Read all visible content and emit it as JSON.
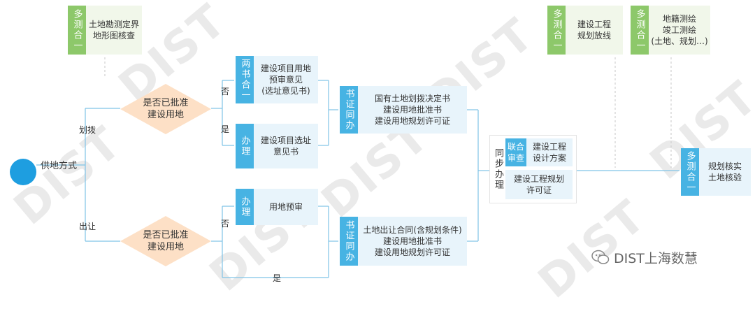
{
  "watermark": "DIST",
  "start": {
    "label": "供地方式"
  },
  "branch_labels": {
    "allocated": "划拨",
    "transfer": "出让"
  },
  "decisions": {
    "top": "是否已批准\n建设用地",
    "bottom": "是否已批准\n建设用地"
  },
  "edge_labels": {
    "top_no": "否",
    "top_yes": "是",
    "bottom_no": "否",
    "bottom_yes": "是"
  },
  "survey_1": {
    "tag": "多测合一",
    "text": "土地勘测定界\n地形图核查"
  },
  "survey_2": {
    "tag": "多测合一",
    "text": "建设工程\n规划放线"
  },
  "survey_3": {
    "tag": "多测合一",
    "text": "地籍测绘\n竣工测绘\n(土地、规划…)"
  },
  "survey_4": {
    "tag": "多测合一",
    "text": "规划核实\n土地核验"
  },
  "two_books": {
    "tag": "两书合一",
    "text": "建设项目用地\n预审意见\n(选址意见书)"
  },
  "process_top": {
    "tag": "办理",
    "text": "建设项目选址\n意见书"
  },
  "process_bottom": {
    "tag": "办理",
    "text": "用地预审"
  },
  "cert_top": {
    "tag": "书证同办",
    "text": "国有土地划拨决定书\n建设用地批准书\n建设用地规划许可证"
  },
  "cert_bottom": {
    "tag": "书证同办",
    "text": "土地出让合同(含规划条件)\n建设用地批准书\n建设用地规划许可证"
  },
  "sync": {
    "tag": "同步办理",
    "joint_tag": "联合审查",
    "joint_text": "建设工程\n设计方案",
    "permit_text": "建设工程规划\n许可证"
  },
  "brand": {
    "icon": "wechat-icon",
    "text": "DIST上海数慧"
  },
  "colors": {
    "green": "#8dc86a",
    "blue": "#47b3e3",
    "diamond": "#fde0c6",
    "line": "#7fc3e6"
  }
}
